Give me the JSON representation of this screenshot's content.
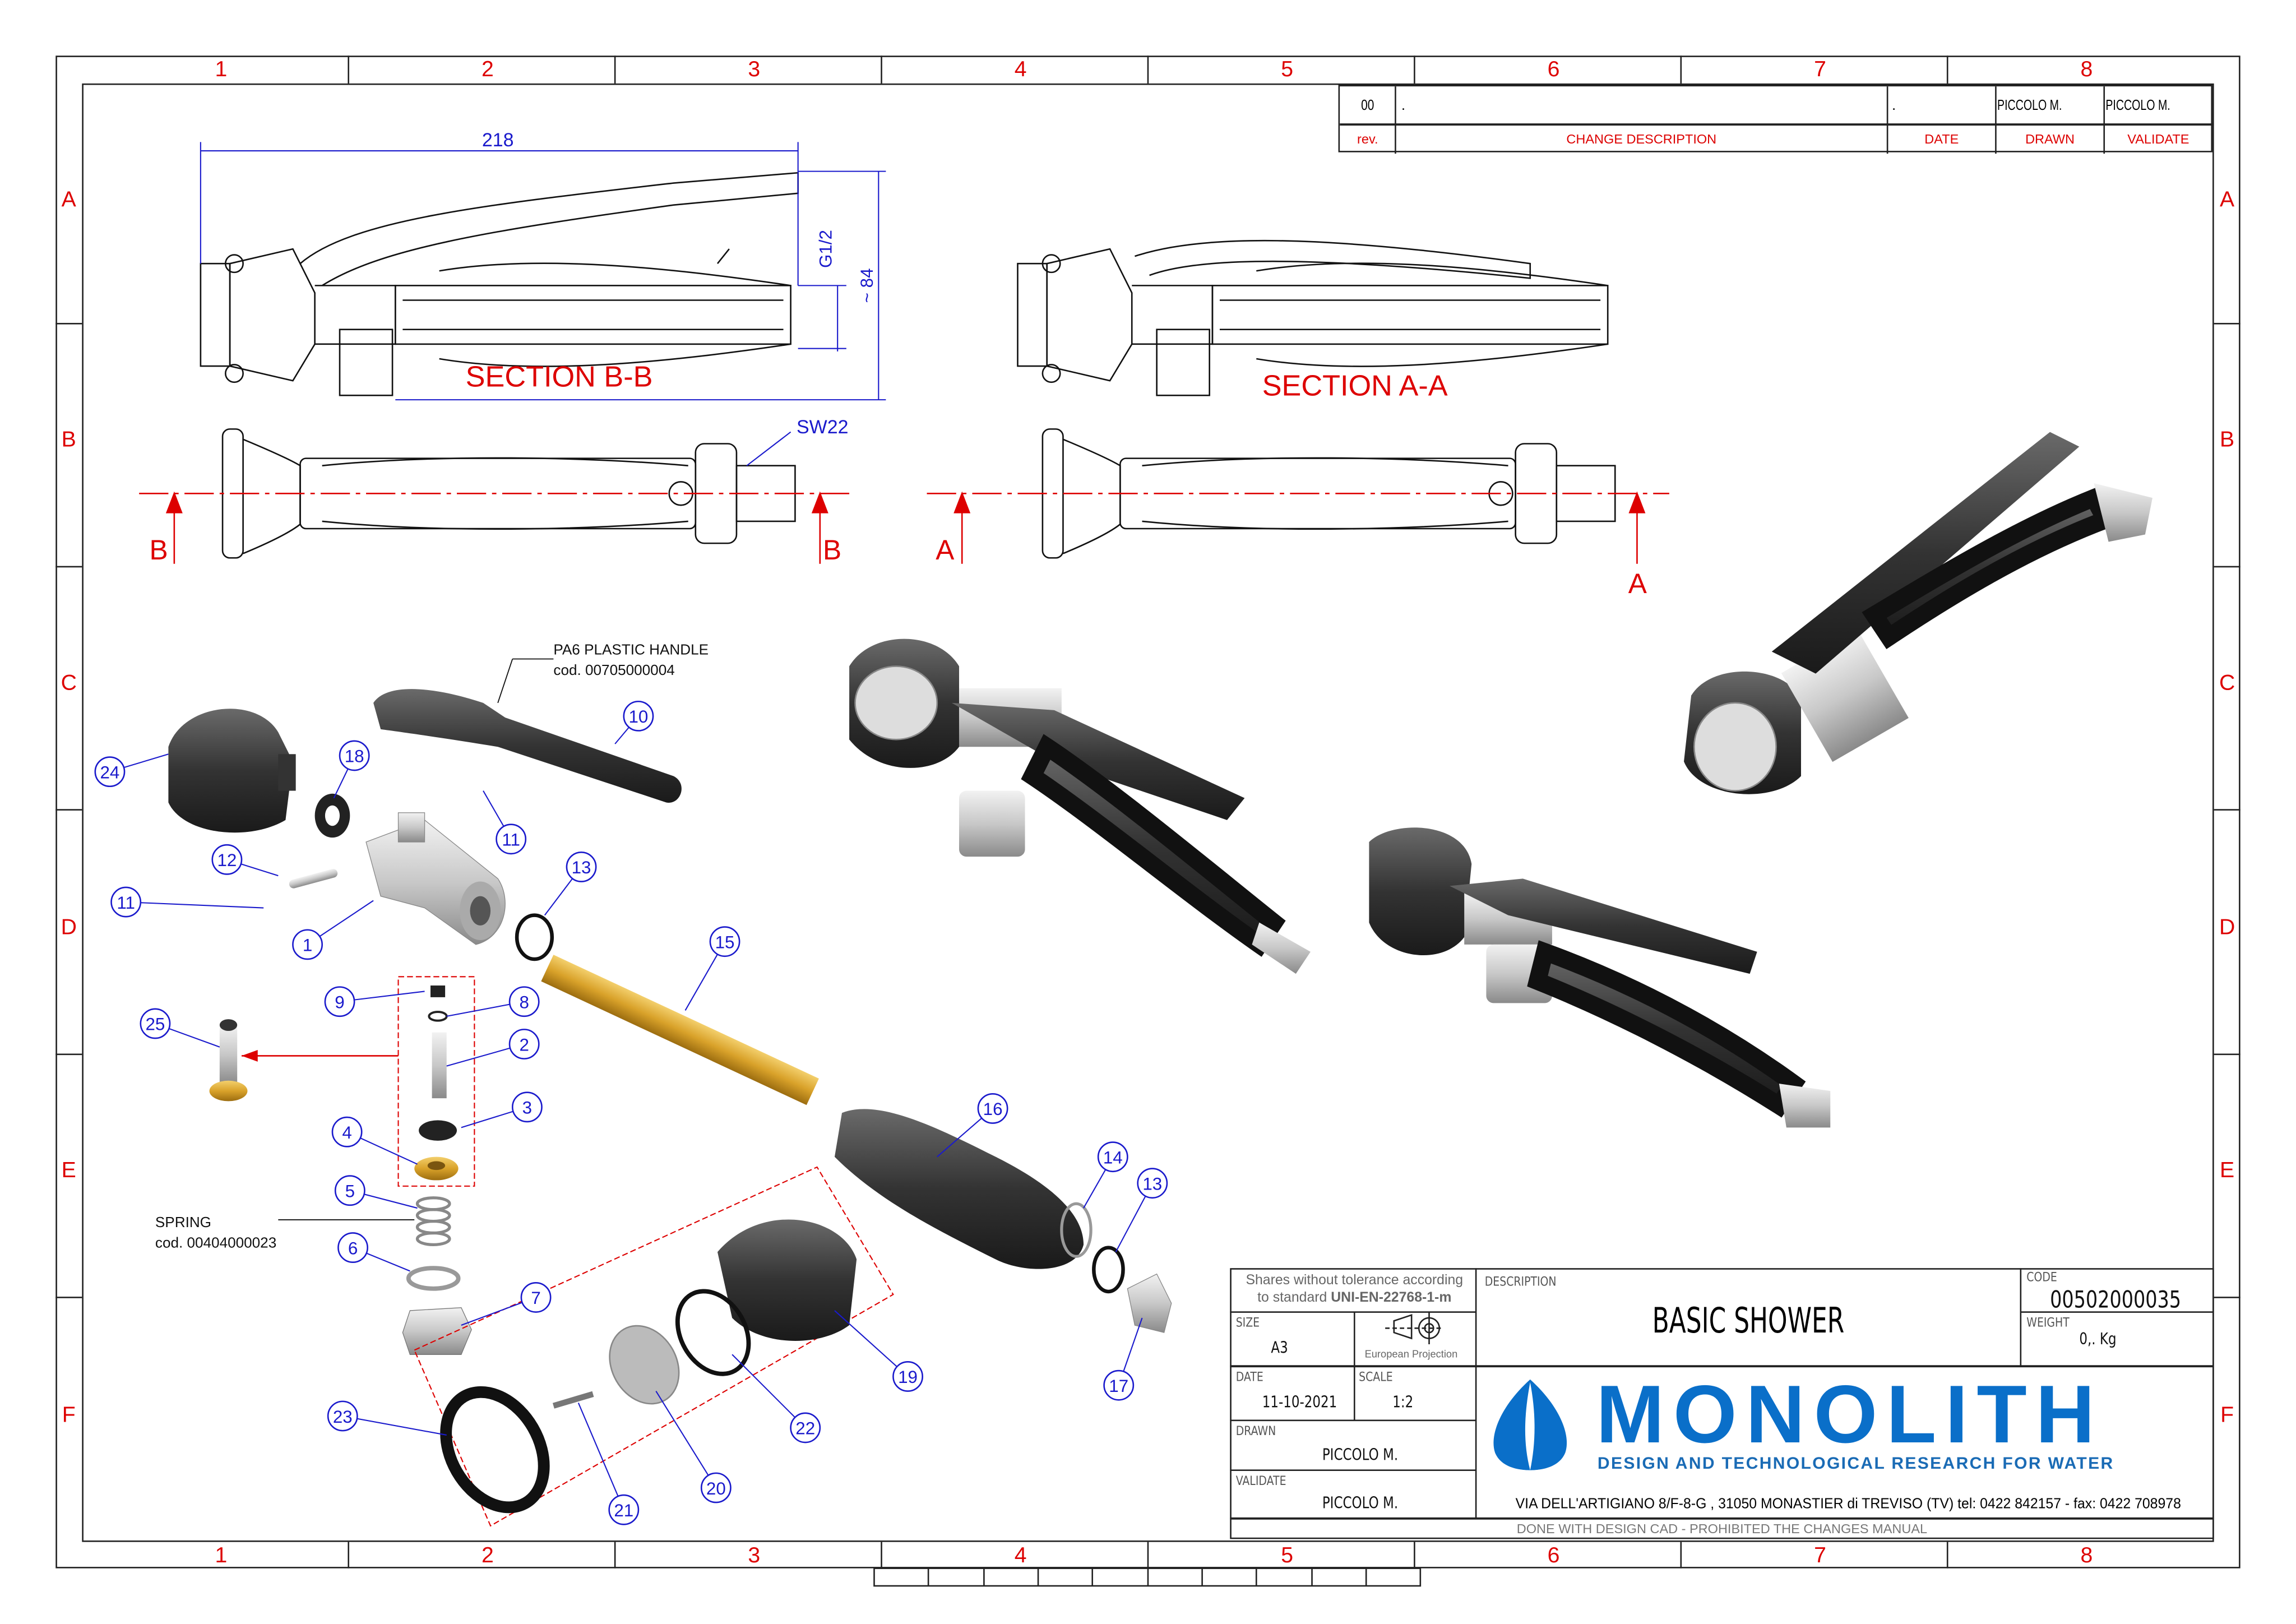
{
  "grid": {
    "columns": [
      "1",
      "2",
      "3",
      "4",
      "5",
      "6",
      "7",
      "8"
    ],
    "rows": [
      "A",
      "B",
      "C",
      "D",
      "E",
      "F"
    ]
  },
  "revision": {
    "rev": "00",
    "description": ".",
    "date": ".",
    "drawn": "PICCOLO M.",
    "validate": "PICCOLO M.",
    "headers": {
      "rev": "rev.",
      "description": "CHANGE DESCRIPTION",
      "date": "DATE",
      "drawn": "DRAWN",
      "validate": "VALIDATE"
    }
  },
  "sections": {
    "bb_title": "SECTION B-B",
    "aa_title": "SECTION A-A",
    "dim_length": "218",
    "dim_thread": "G1/2",
    "dim_height": "~ 84",
    "wrench": "SW22",
    "cut_b": "B",
    "cut_a": "A"
  },
  "notes": {
    "handle_name": "PA6 PLASTIC HANDLE",
    "handle_code": "cod. 00705000004",
    "spring_name": "SPRING",
    "spring_code": "cod. 00404000023"
  },
  "balloons": [
    "24",
    "18",
    "10",
    "11",
    "12",
    "11",
    "1",
    "13",
    "15",
    "9",
    "8",
    "2",
    "25",
    "3",
    "4",
    "5",
    "6",
    "7",
    "16",
    "14",
    "13",
    "17",
    "19",
    "22",
    "23",
    "21",
    "20"
  ],
  "title_block": {
    "tolerance_line1": "Shares without tolerance according",
    "tolerance_line2": "to standard",
    "tolerance_std": "UNI-EN-22768-1-m",
    "description_label": "DESCRIPTION",
    "description": "BASIC SHOWER",
    "code_label": "CODE",
    "code": "00502000035",
    "weight_label": "WEIGHT",
    "weight": "0,. Kg",
    "size_label": "SIZE",
    "size": "A3",
    "projection": "European Projection",
    "date_label": "DATE",
    "date": "11-10-2021",
    "scale_label": "SCALE",
    "scale": "1:2",
    "drawn_label": "DRAWN",
    "drawn": "PICCOLO M.",
    "validate_label": "VALIDATE",
    "validate": "PICCOLO M.",
    "company": "MONOLITH",
    "tagline": "DESIGN AND TECHNOLOGICAL RESEARCH FOR WATER",
    "address": "VIA DELL'ARTIGIANO 8/F-8-G , 31050 MONASTIER di TREVISO (TV) tel: 0422 842157 - fax: 0422 708978",
    "footer": "DONE WITH DESIGN CAD - PROHIBITED THE CHANGES MANUAL"
  },
  "colors": {
    "brand": "#0a6fc9",
    "grid_red": "#dd0000",
    "balloon_blue": "#1a1acc",
    "tube_gold": "#d9a22a"
  }
}
